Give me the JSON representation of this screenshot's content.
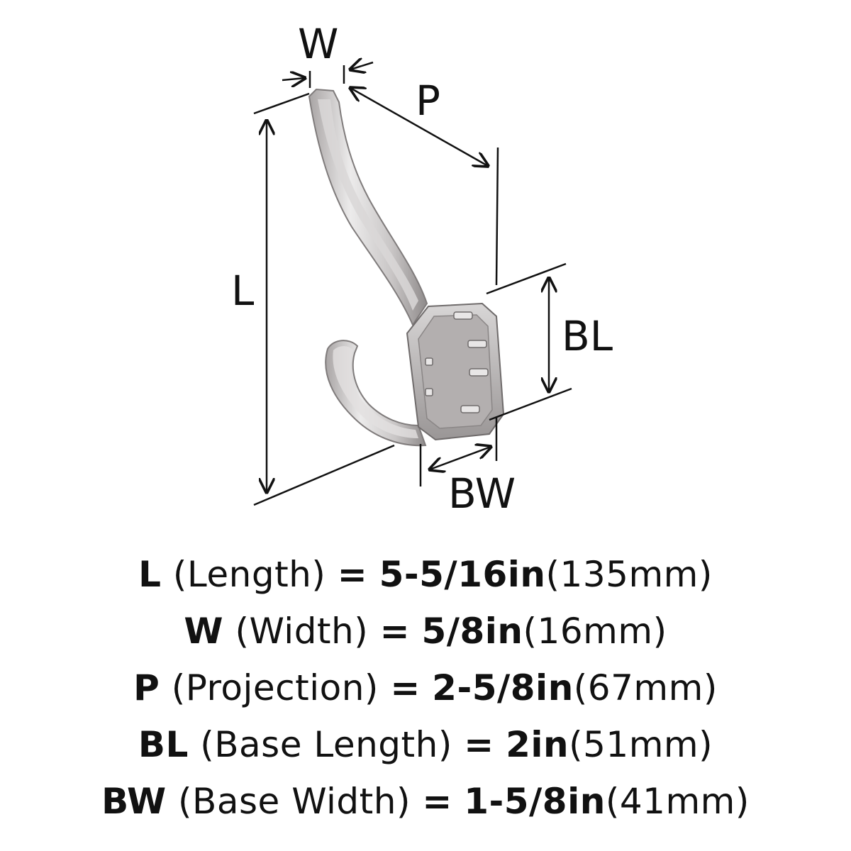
{
  "diagram": {
    "labels": {
      "W": "W",
      "P": "P",
      "L": "L",
      "BL": "BL",
      "BW": "BW"
    }
  },
  "specs": [
    {
      "code": "L",
      "name": "(Length)",
      "eq": "=",
      "in": "5-5/16in",
      "mm": "(135mm)"
    },
    {
      "code": "W",
      "name": "(Width)",
      "eq": "=",
      "in": "5/8in",
      "mm": "(16mm)"
    },
    {
      "code": "P",
      "name": "(Projection)",
      "eq": "=",
      "in": "2-5/8in",
      "mm": "(67mm)"
    },
    {
      "code": "BL",
      "name": "(Base Length)",
      "eq": "=",
      "in": "2in",
      "mm": "(51mm)"
    },
    {
      "code": "BW",
      "name": "(Base Width)",
      "eq": "=",
      "in": "1-5/8in",
      "mm": "(41mm)"
    }
  ],
  "colors": {
    "metal_light": "#e6e4e4",
    "metal_mid": "#c3c0c0",
    "metal_dark": "#8a8686",
    "line": "#111111"
  }
}
